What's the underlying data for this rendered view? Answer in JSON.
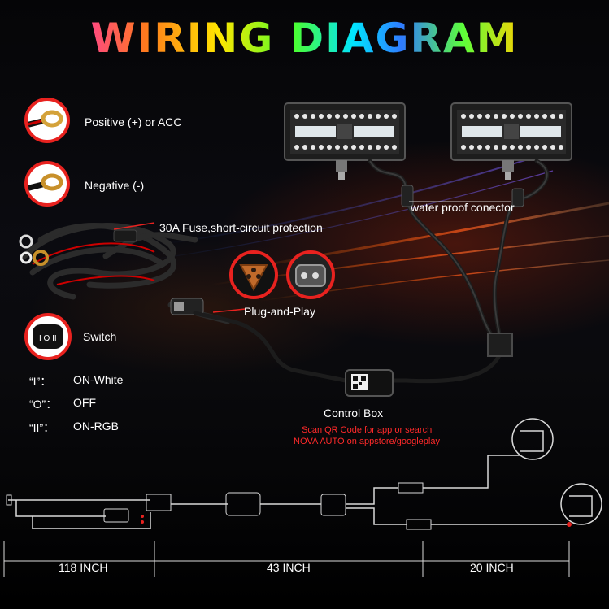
{
  "title": "WIRING DIAGRAM",
  "legend": {
    "positive": "Positive (+) or ACC",
    "negative": "Negative (-)",
    "switch": "Switch"
  },
  "labels": {
    "fuse": "30A Fuse,short-circuit protection",
    "plug": "Plug-and-Play",
    "waterproof": "water proof conector",
    "control_box": "Control Box",
    "scan_line1": "Scan QR Code for app or search",
    "scan_line2": "NOVA AUTO on appstore/googleplay"
  },
  "switch_modes": [
    {
      "key": "“I”：",
      "value": "ON-White"
    },
    {
      "key": "“O”：",
      "value": "OFF"
    },
    {
      "key": "“II”：",
      "value": "ON-RGB"
    }
  ],
  "dimensions": {
    "d1": "118 INCH",
    "d2": "43 INCH",
    "d3": "20 INCH"
  },
  "colors": {
    "accent_red": "#e8221f",
    "wire": "#d9d9d9"
  }
}
